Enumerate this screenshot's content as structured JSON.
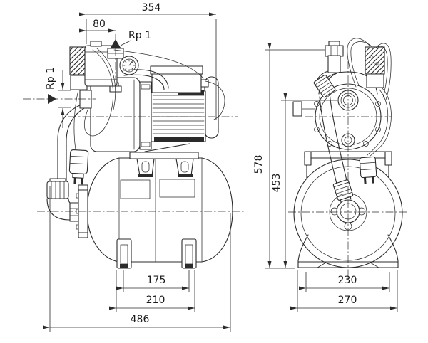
{
  "drawing": {
    "kind": "pump-with-pressure-tank dimensional drawing",
    "colors": {
      "line": "#2b2b2b",
      "background": "#ffffff",
      "text": "#1a1a1a"
    }
  },
  "dims": {
    "length_top": "354",
    "discharge_offset": "80",
    "discharge_port": "Rp 1",
    "suction_port": "Rp 1",
    "overall_height": "578",
    "port_height": "453",
    "foot_spacing": "175",
    "foot_width": "210",
    "overall_depth": "486",
    "saddle_inner": "230",
    "saddle_outer": "270"
  }
}
